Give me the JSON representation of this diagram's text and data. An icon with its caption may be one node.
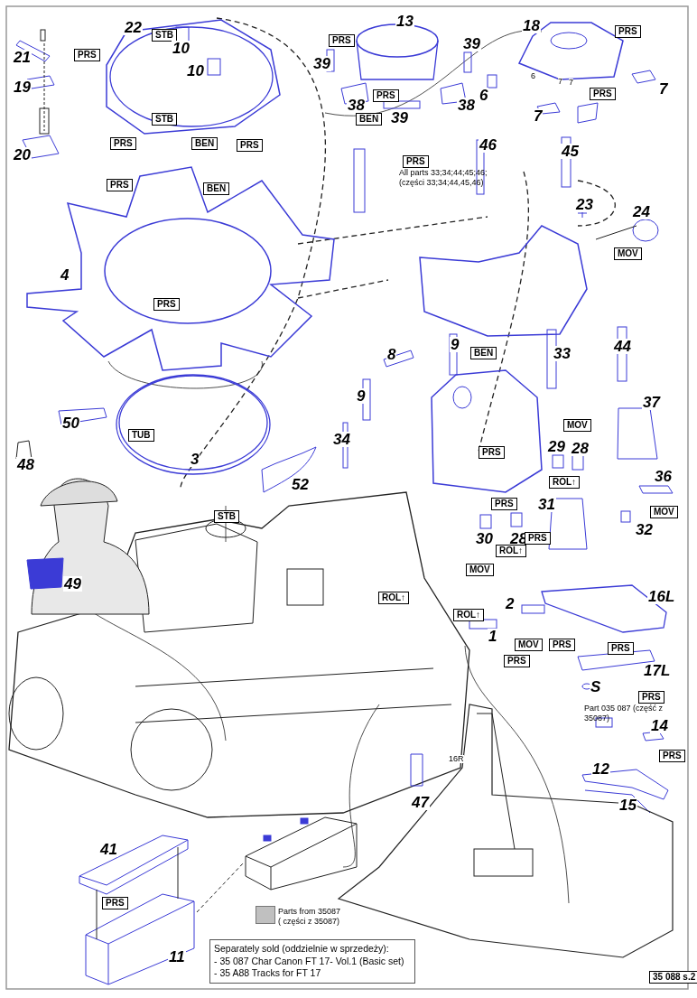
{
  "diagram": {
    "labels": [
      "22",
      "STB",
      "21",
      "PRS",
      "10",
      "10",
      "19",
      "STB",
      "PRS",
      "BEN",
      "PRS",
      "20",
      "PRS",
      "BEN",
      "4",
      "PRS",
      "13",
      "PRS",
      "39",
      "39",
      "PRS",
      "38",
      "38",
      "BEN",
      "39",
      "18",
      "PRS",
      "6",
      "6",
      "7",
      "PRS",
      "7",
      "7",
      "7",
      "PRS",
      "All parts 33;34;44;45;46; (części 33;34;44,45,46)",
      "46",
      "45",
      "23",
      "24",
      "MOV",
      "8",
      "9",
      "BEN",
      "33",
      "44",
      "9",
      "34",
      "PRS",
      "MOV",
      "37",
      "29",
      "28",
      "ROL↑",
      "36",
      "MOV",
      "PRS",
      "31",
      "32",
      "30",
      "28",
      "PRS",
      "ROL↑",
      "MOV",
      "50",
      "TUB",
      "48",
      "3",
      "52",
      "STB",
      "49",
      "ROL↑",
      "2",
      "16L",
      "ROL↑",
      "1",
      "MOV",
      "PRS",
      "PRS",
      "PRS",
      "17L",
      "S",
      "PRS",
      "Part 035 087 (część z 35087)",
      "14",
      "PRS",
      "12",
      "16R",
      "47",
      "15",
      "41",
      "PRS",
      "11",
      "Separately sold (oddzielnie w sprzedeży):",
      "- 35 087 Char Canon FT 17- Vol.1 (Basic set)",
      "- 35 A88 Tracks for FT 17",
      "35 088 s.2"
    ],
    "legend": [
      {
        "text": "Parts from 35087 ( części z 35087)",
        "color": "#c0c0c0"
      }
    ]
  }
}
